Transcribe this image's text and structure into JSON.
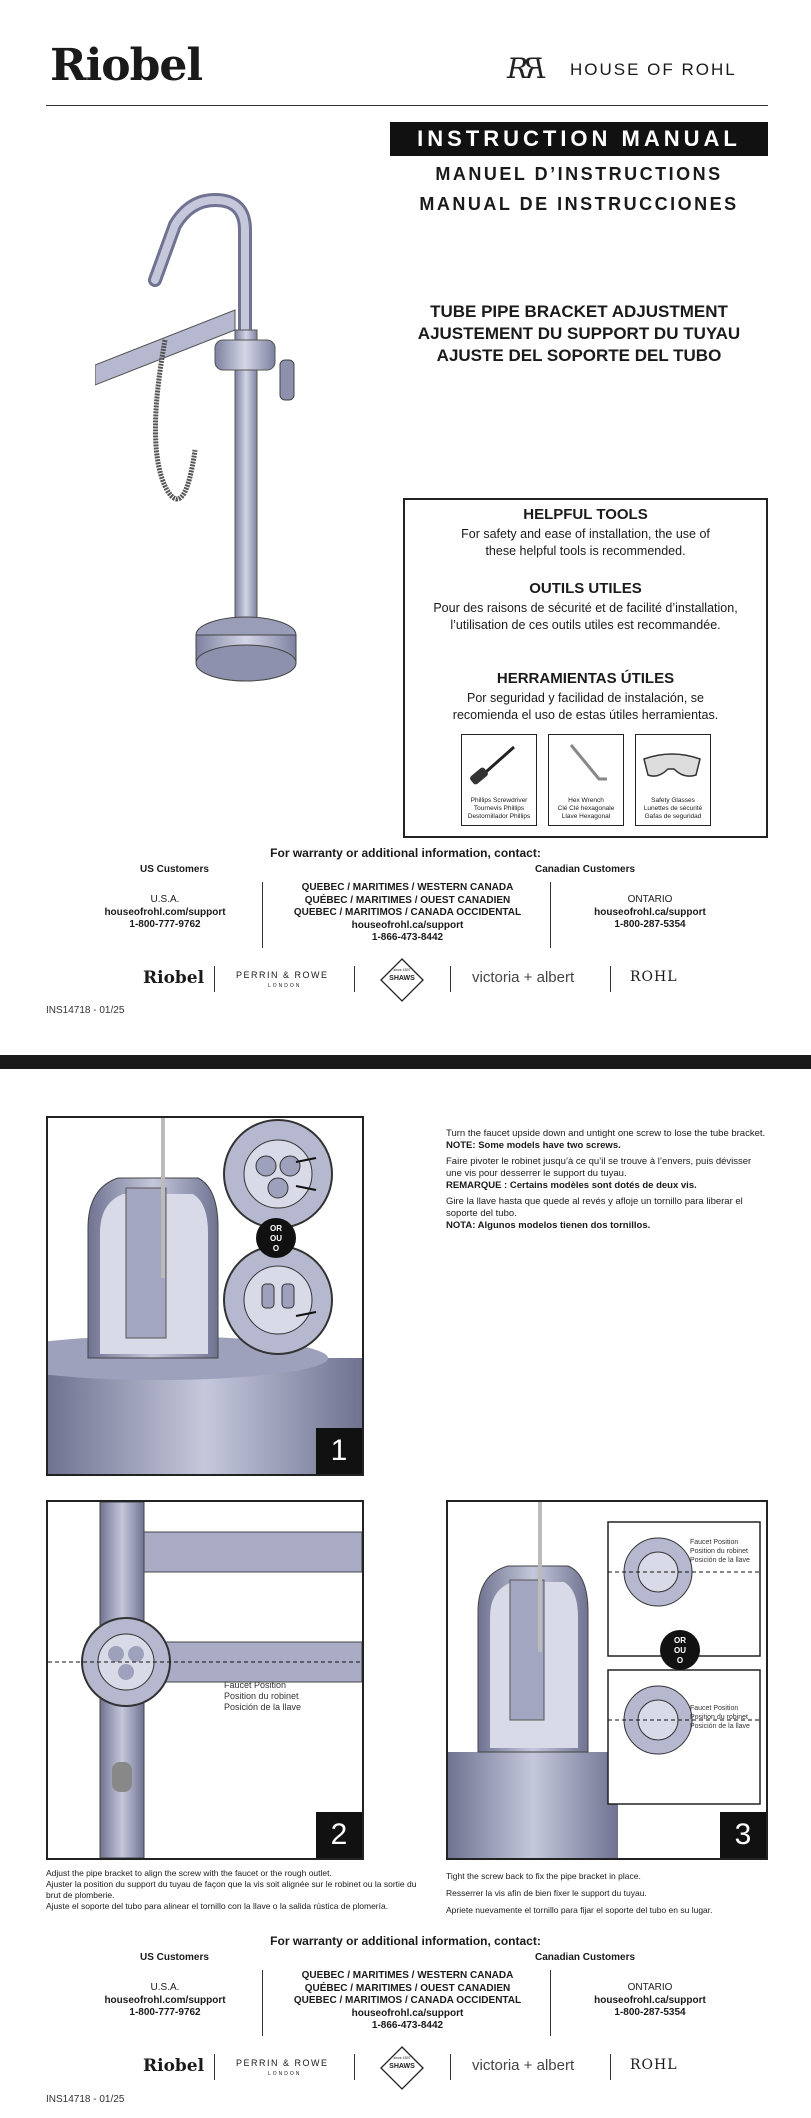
{
  "header": {
    "brand": "Riobel",
    "rohl_logo_text": "HOUSE OF ROHL",
    "manual_titles": [
      "INSTRUCTION MANUAL",
      "MANUEL D’INSTRUCTIONS",
      "MANUAL DE INSTRUCCIONES"
    ]
  },
  "subject": [
    "TUBE PIPE BRACKET ADJUSTMENT",
    "AJUSTEMENT DU SUPPORT DU TUYAU",
    "AJUSTE DEL SOPORTE DEL TUBO"
  ],
  "tools": {
    "en_title": "HELPFUL TOOLS",
    "en_text": "For safety and ease of installation, the use of these helpful tools is recommended.",
    "fr_title": "OUTILS UTILES",
    "fr_text": "Pour des raisons de sécurité et de facilité d’installation, l’utilisation de ces outils utiles est recommandée.",
    "es_title": "HERRAMIENTAS ÚTILES",
    "es_text": "Por seguridad y facilidad de instalación, se recomienda el uso de estas útiles herramientas.",
    "items": [
      {
        "icon": "screwdriver-icon",
        "caption": "Phillips Screwdriver\nTournevis Phillips\nDestornillador Phillips"
      },
      {
        "icon": "hex-wrench-icon",
        "caption": "Hex Wrench\nClé Clé hexagonale\nLlave Hexagonal"
      },
      {
        "icon": "safety-glasses-icon",
        "caption": "Safety Glasses\nLunettes de sécurité\nGafas de seguridad"
      }
    ]
  },
  "contact": {
    "heading": "For warranty or additional information, contact:",
    "us_label": "US Customers",
    "ca_label": "Canadian Customers",
    "us": [
      "U.S.A.",
      "houseofrohl.com/support",
      "1-800-777-9762"
    ],
    "quebec": [
      "QUEBEC / MARITIMES / WESTERN CANADA",
      "QUÉBEC / MARITIMES / OUEST CANADIEN",
      "QUEBEC / MARITIMOS / CANADA OCCIDENTAL",
      "houseofrohl.ca/support",
      "1-866-473-8442"
    ],
    "ontario": [
      "ONTARIO",
      "houseofrohl.ca/support",
      "1-800-287-5354"
    ]
  },
  "footer": {
    "logos": [
      "Riobel",
      "PERRIN & ROWE",
      "SHAWS",
      "victoria + albert",
      "ROHL"
    ],
    "shaws_small": "since 1897",
    "perrin_sub": "LONDON",
    "code": "INS14718 - 01/25"
  },
  "steps": {
    "or_label": "OR\nOU\nO",
    "step1_num": "1",
    "step2_num": "2",
    "step3_num": "3",
    "faucet_position": [
      "Faucet Position",
      "Position du robinet",
      "Posición de la llave"
    ],
    "step1_text": {
      "en": "Turn the faucet upside down and untight one screw to lose the tube bracket.",
      "en_note": "NOTE: Some models have two screws.",
      "fr": "Faire pivoter le robinet jusqu’à ce qu’il se trouve à l’envers, puis dévisser une vis pour desserrer le support du tuyau.",
      "fr_note": "REMARQUE : Certains modèles sont dotés de deux vis.",
      "es": "Gire la llave hasta que quede al revés y afloje un tornillo para liberar el soporte del tubo.",
      "es_note": "NOTA: Algunos modelos tienen dos tornillos."
    },
    "step2_text": [
      "Adjust the pipe bracket to align the screw with the faucet or the rough outlet.",
      "Ajuster la position du support du tuyau de façon que la vis soit alignée sur le robinet ou la sortie du brut de plomberie.",
      "Ajuste el soporte del tubo para alinear el tornillo con la llave o la salida rústica de plomería."
    ],
    "step3_text": [
      "Tight the screw back to fix the pipe bracket in place.",
      "Resserrer la vis afin de bien fixer le support du tuyau.",
      "Apriete nuevamente el tornillo para fijar el soporte del tubo en su lugar."
    ]
  },
  "colors": {
    "metal": "#a9acc4",
    "metal_dark": "#6f7391",
    "ink": "#111111",
    "divider": "#222222"
  }
}
